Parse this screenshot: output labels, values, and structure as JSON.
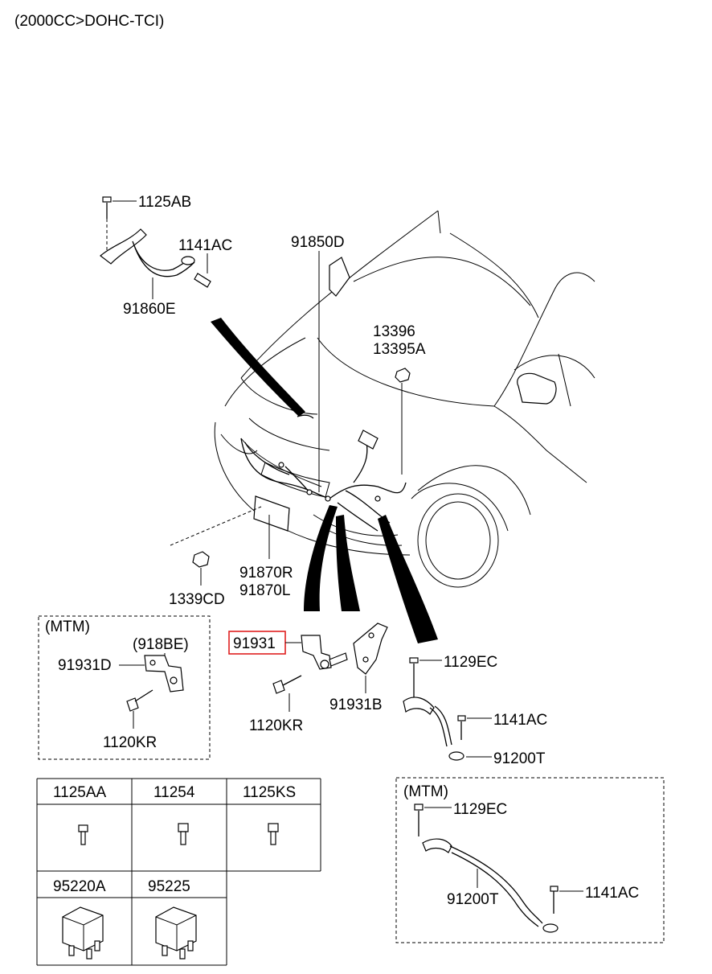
{
  "header": {
    "engine_spec": "(2000CC>DOHC-TCI)"
  },
  "labels": {
    "p1125AB": "1125AB",
    "p1141AC_top": "1141AC",
    "p91860E": "91860E",
    "p91850D": "91850D",
    "p13396": "13396",
    "p13395A": "13395A",
    "p91870R": "91870R",
    "p91870L": "91870L",
    "p1339CD": "1339CD",
    "p91931": "91931",
    "p1120KR_mid": "1120KR",
    "p91931B": "91931B",
    "p1129EC_mid": "1129EC",
    "p1141AC_mid": "1141AC",
    "p91200T_mid": "91200T"
  },
  "mtm_left": {
    "title": "(MTM)",
    "p918BE": "(918BE)",
    "p91931D": "91931D",
    "p1120KR": "1120KR"
  },
  "mtm_right": {
    "title": "(MTM)",
    "p1129EC": "1129EC",
    "p91200T": "91200T",
    "p1141AC": "1141AC"
  },
  "parts_table": {
    "row1": [
      "1125AA",
      "11254",
      "1125KS"
    ],
    "row2": [
      "95220A",
      "95225"
    ]
  },
  "highlight": {
    "part": "91931",
    "color": "#e02020"
  }
}
